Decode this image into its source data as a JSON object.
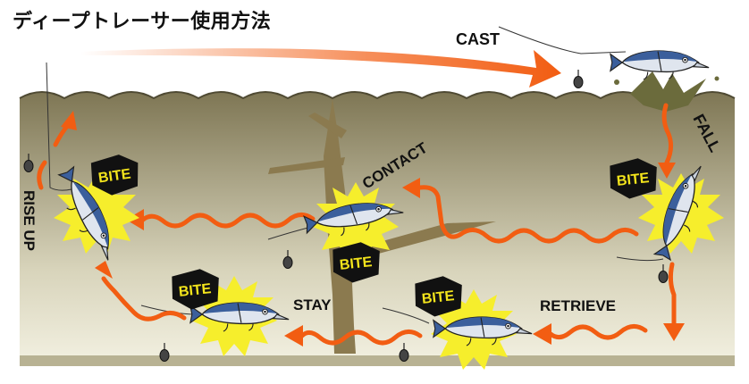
{
  "title": "ディープトレーサー使用方法",
  "labels": {
    "cast": "CAST",
    "fall": "FALL",
    "contact": "CONTACT",
    "retrieve": "RETRIEVE",
    "stay": "STAY",
    "rise_up": "RISE UP",
    "bite": "BITE"
  },
  "colors": {
    "water_top": "#7e7654",
    "water_bottom": "#f3f1e2",
    "arrow": "#f25d12",
    "stick": "#8b7a4f",
    "bite_burst": "#f6ee2c",
    "bite_badge": "#111111",
    "bite_text": "#f4e51c",
    "lure_back": "#3b5f9c",
    "lure_belly": "#d9e0ea"
  }
}
